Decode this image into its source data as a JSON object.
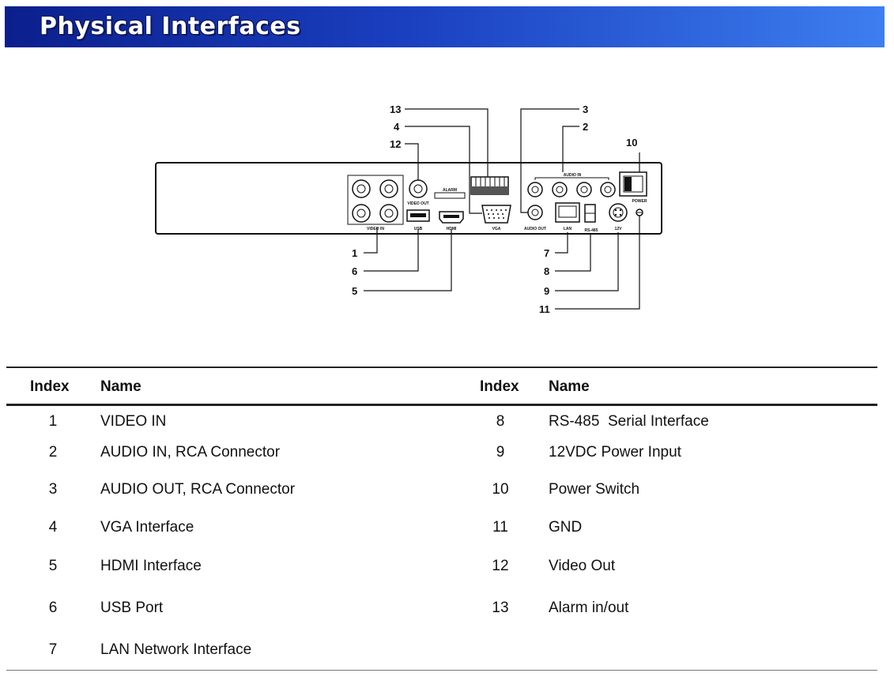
{
  "header": {
    "title": "Physical Interfaces"
  },
  "diagram": {
    "callouts": [
      "1",
      "2",
      "3",
      "4",
      "5",
      "6",
      "7",
      "8",
      "9",
      "10",
      "11",
      "12",
      "13"
    ],
    "panel_labels": {
      "video_in": "VIDEO IN",
      "video_out": "VIDEO OUT",
      "alarm": "ALARM",
      "usb": "USB",
      "hdmi": "HDMI",
      "vga": "VGA",
      "audio_in": "AUDIO IN",
      "audio_out": "AUDIO OUT",
      "lan": "LAN",
      "rs485": "RS-485",
      "power_input": "12V",
      "power": "POWER"
    }
  },
  "table": {
    "headers": {
      "index": "Index",
      "name": "Name"
    },
    "left_rows": [
      {
        "index": "1",
        "name": "VIDEO IN"
      },
      {
        "index": "2",
        "name": "AUDIO IN, RCA Connector"
      },
      {
        "index": "3",
        "name": "AUDIO OUT, RCA Connector"
      },
      {
        "index": "4",
        "name": "VGA Interface"
      },
      {
        "index": "5",
        "name": "HDMI Interface"
      },
      {
        "index": "6",
        "name": "USB Port"
      },
      {
        "index": "7",
        "name": "LAN Network Interface"
      }
    ],
    "right_rows": [
      {
        "index": "8",
        "name": "RS-485  Serial Interface"
      },
      {
        "index": "9",
        "name": "12VDC Power Input"
      },
      {
        "index": "10",
        "name": "Power Switch"
      },
      {
        "index": "11",
        "name": "GND"
      },
      {
        "index": "12",
        "name": "Video Out"
      },
      {
        "index": "13",
        "name": "Alarm in/out"
      }
    ]
  }
}
